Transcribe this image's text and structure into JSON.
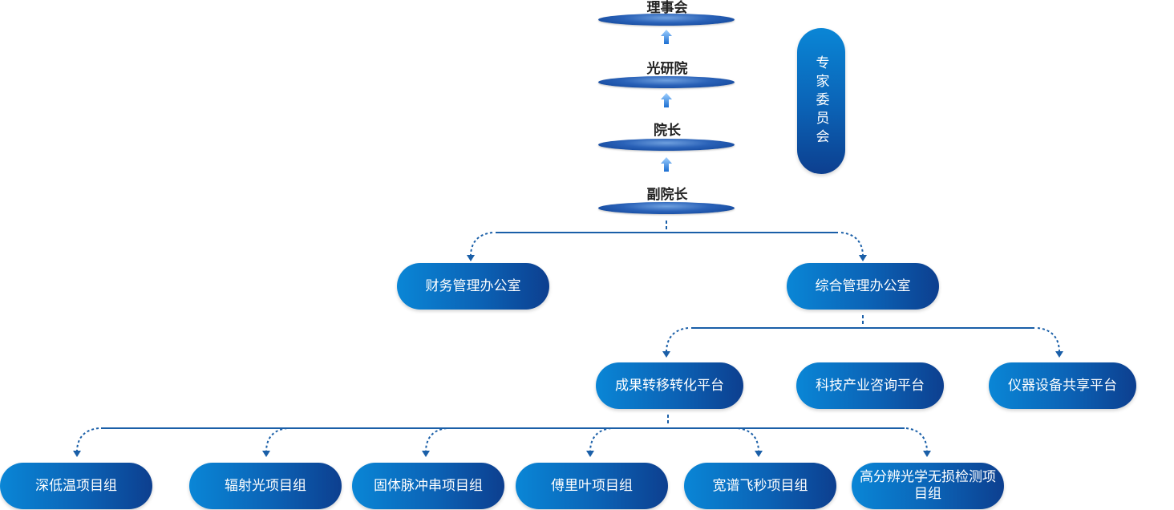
{
  "chain": {
    "council": "理事会",
    "institute": "光研院",
    "president": "院长",
    "vice_president": "副院长"
  },
  "expert_committee": "专家委员会",
  "offices": {
    "finance": "财务管理办公室",
    "general": "综合管理办公室"
  },
  "platforms": {
    "transfer": "成果转移转化平台",
    "consulting": "科技产业咨询平台",
    "instruments": "仪器设备共享平台"
  },
  "groups": {
    "g1": "深低温项目组",
    "g2": "辐射光项目组",
    "g3": "固体脉冲串项目组",
    "g4": "傅里叶项目组",
    "g5": "宽谱飞秒项目组",
    "g6": "高分辨光学无损检测项目组"
  }
}
